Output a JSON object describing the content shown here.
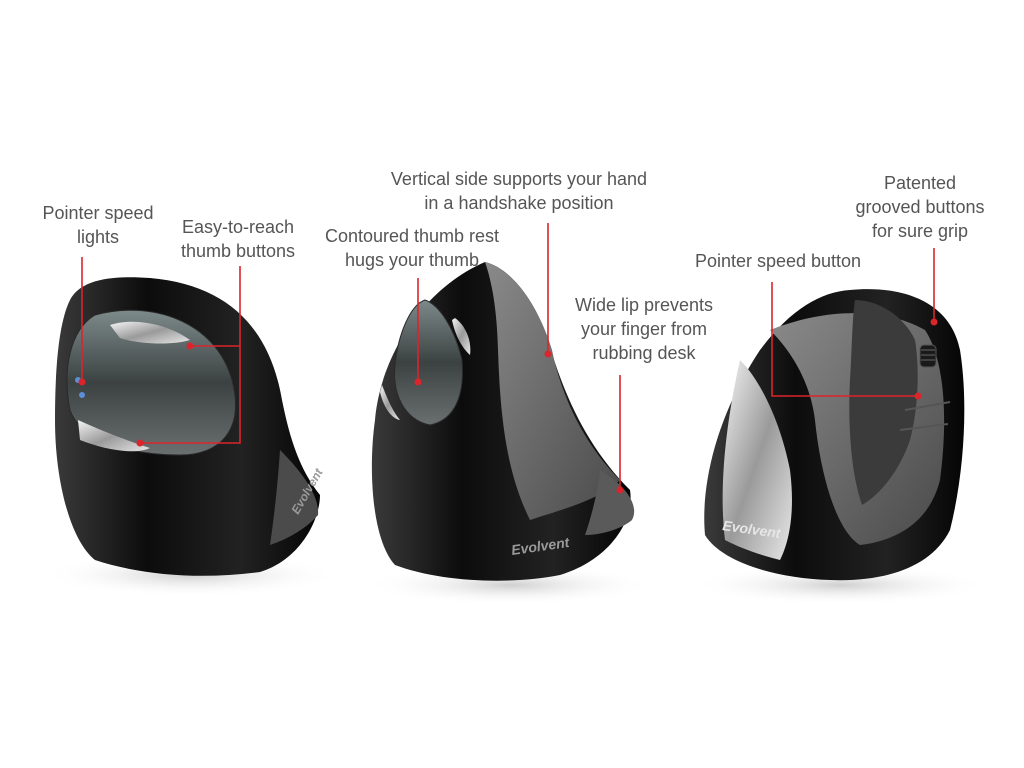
{
  "colors": {
    "callout_line": "#d9252b",
    "label_text": "#555555",
    "mouse_body_dark": "#111111",
    "mouse_body_gray": "#6d6d6d",
    "mouse_chrome": "#c8c8c8"
  },
  "callouts": {
    "pointer_speed_lights": [
      "Pointer speed",
      "lights"
    ],
    "thumb_buttons": [
      "Easy-to-reach",
      "thumb buttons"
    ],
    "thumb_rest": [
      "Contoured thumb rest",
      "hugs your thumb"
    ],
    "vertical_side": [
      "Vertical side supports your hand",
      "in a handshake position"
    ],
    "wide_lip": [
      "Wide lip prevents",
      "your finger from",
      "rubbing desk"
    ],
    "pointer_speed_button": [
      "Pointer speed button"
    ],
    "grooved_buttons": [
      "Patented",
      "grooved buttons",
      "for sure grip"
    ]
  },
  "brand": {
    "logo_text": "Evolvent"
  }
}
